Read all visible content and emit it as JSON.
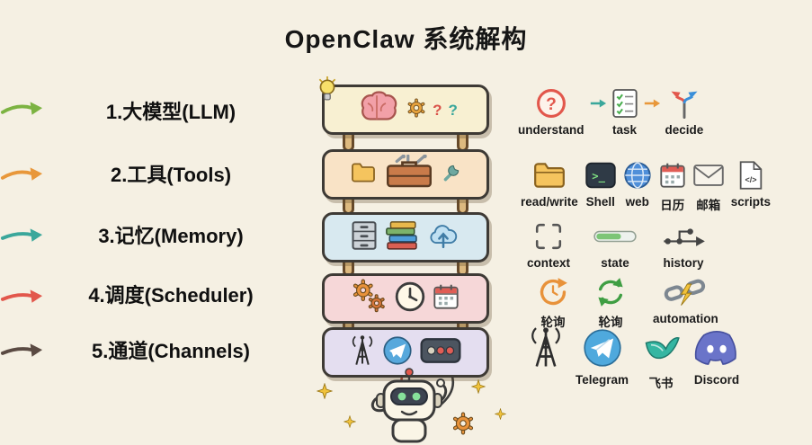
{
  "title": "OpenClaw 系统解构",
  "glyphs": {
    "question": "?",
    "shell": ">_",
    "code": "</>"
  },
  "colors": {
    "background": "#f5f0e3",
    "box_llm": "#f8f0d2",
    "box_tools": "#f9e3c6",
    "box_memory": "#d8e9f0",
    "box_scheduler": "#f6d7d8",
    "box_channels": "#e4def0",
    "mini_arrow_teal": "#3aa79b",
    "mini_arrow_orange": "#e8973a"
  },
  "rows": [
    {
      "label": "1.大模型(LLM)",
      "arrow_color": "#7cb342",
      "outputs": [
        {
          "icon": "question-circle",
          "label": "understand"
        },
        {
          "icon": "checklist",
          "label": "task"
        },
        {
          "icon": "branch-arrows",
          "label": "decide"
        }
      ]
    },
    {
      "label": "2.工具(Tools)",
      "arrow_color": "#e8973a",
      "outputs": [
        {
          "icon": "folder",
          "label": "read/write"
        },
        {
          "icon": "terminal",
          "label": "Shell"
        },
        {
          "icon": "globe",
          "label": "web"
        },
        {
          "icon": "calendar",
          "label": "日历"
        },
        {
          "icon": "envelope",
          "label": "邮箱"
        },
        {
          "icon": "code-file",
          "label": "scripts"
        }
      ]
    },
    {
      "label": "3.记忆(Memory)",
      "arrow_color": "#3aa79b",
      "outputs": [
        {
          "icon": "selection-brackets",
          "label": "context"
        },
        {
          "icon": "progress-bar",
          "label": "state"
        },
        {
          "icon": "timeline",
          "label": "history"
        }
      ]
    },
    {
      "label": "4.调度(Scheduler)",
      "arrow_color": "#e2574c",
      "outputs": [
        {
          "icon": "refresh-cycle",
          "label": "轮询"
        },
        {
          "icon": "recycle-arrows",
          "label": "轮询"
        },
        {
          "icon": "chain-lightning",
          "label": "automation"
        }
      ]
    },
    {
      "label": "5.通道(Channels)",
      "arrow_color": "#5a4a42",
      "outputs": [
        {
          "icon": "telegram",
          "label": "Telegram"
        },
        {
          "icon": "feishu-bird",
          "label": "飞书"
        },
        {
          "icon": "discord",
          "label": "Discord"
        }
      ]
    }
  ]
}
